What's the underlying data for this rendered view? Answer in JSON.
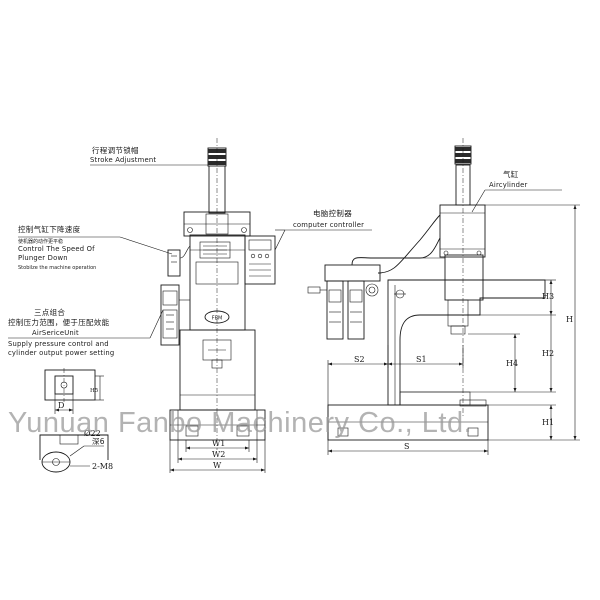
{
  "watermark": "Yunuan Fanbo Machinery Co., Ltd.",
  "labels": {
    "stroke_zh": "行程调节锁帽",
    "stroke_en": "Stroke Adjustment",
    "speed_zh": "控制气缸下降速度",
    "speed_zh2": "使机器的动作更平稳",
    "speed_en1": "Control The Speed Of",
    "speed_en2": "Plunger Down",
    "speed_en3": "Stobilze the machine operation",
    "air_zh1": "三点组合",
    "air_zh2": "控制压力范围，便于压配效能",
    "air_en1": "AirSericeUnit",
    "air_en2": "Supply pressure control and",
    "air_en3": "cylinder output power setting",
    "computer_zh": "电脑控制器",
    "computer_en": "computer controller",
    "cyl_zh": "气缸",
    "cyl_en": "Aircylinder"
  },
  "dims": {
    "H": "H",
    "H1": "H1",
    "H2": "H2",
    "H3": "H3",
    "H4": "H4",
    "H5": "H5",
    "S": "S",
    "S1": "S1",
    "S2": "S2",
    "W": "W",
    "W1": "W1",
    "W2": "W2",
    "D": "D",
    "dia": "Ø22",
    "depth": "深6",
    "bolts": "2-M8"
  }
}
